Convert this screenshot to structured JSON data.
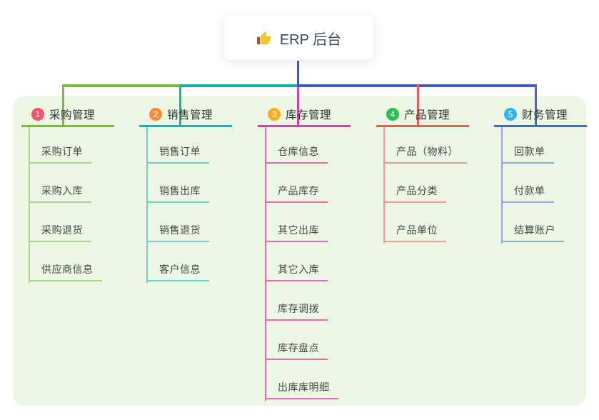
{
  "root": {
    "label": "ERP 后台",
    "icon": "thumbs-up"
  },
  "connector_colors": {
    "stem": "#4456c0",
    "bus_left": "#7cb93e",
    "bus_mid": "#16b3ae",
    "bus_right": "#4456c0"
  },
  "branches": [
    {
      "badge": "1",
      "label": "采购管理",
      "badge_color": "#f2556e",
      "line_color": "#7cb93e",
      "child_line_color": "#aed489",
      "children": [
        "采购订单",
        "采购入库",
        "采购退货",
        "供应商信息"
      ]
    },
    {
      "badge": "2",
      "label": "销售管理",
      "badge_color": "#fa8c3c",
      "line_color": "#16b3ae",
      "child_line_color": "#6fd1c9",
      "children": [
        "销售订单",
        "销售出库",
        "销售退货",
        "客户信息"
      ]
    },
    {
      "badge": "3",
      "label": "库存管理",
      "badge_color": "#fcb01f",
      "line_color": "#dd3f9e",
      "child_line_color": "#ee66b2",
      "children": [
        "仓库信息",
        "产品库存",
        "其它出库",
        "其它入库",
        "库存调拨",
        "库存盘点",
        "出库库明细"
      ]
    },
    {
      "badge": "4",
      "label": "产品管理",
      "badge_color": "#2ebd52",
      "line_color": "#f4595f",
      "child_line_color": "#f79597",
      "children": [
        "产品（物料）",
        "产品分类",
        "产品单位"
      ]
    },
    {
      "badge": "5",
      "label": "财务管理",
      "badge_color": "#30b4ee",
      "line_color": "#4a66c4",
      "child_line_color": "#93a9dd",
      "children": [
        "回款单",
        "付款单",
        "结算账户"
      ]
    }
  ]
}
